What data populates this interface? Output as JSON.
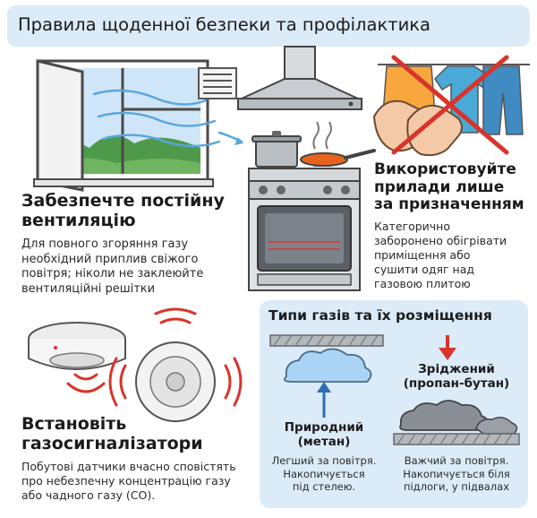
{
  "title": "Правила щоденної безпеки та профілактика",
  "ventilation": {
    "heading": [
      "Забезпечте постійну",
      "вентиляцію"
    ],
    "body": [
      "Для повного згоряння газу",
      "необхідний приплив свіжого",
      "повітря; ніколи не заклеюйте",
      "вентиляційні решітки"
    ]
  },
  "purpose": {
    "heading": [
      "Використовуйте",
      "прилади лише",
      "за призначенням"
    ],
    "body": [
      "Категорично",
      "заборонено обігрівати",
      "приміщення або",
      "сушити одяг над",
      "газовою плитою"
    ]
  },
  "detectors": {
    "heading": [
      "Встановіть",
      "газосигналізатори"
    ],
    "body": [
      "Побутові датчики вчасно сповістять",
      "про небезпечну концентрацію газу",
      "або чадного газу (CO)."
    ]
  },
  "gases": {
    "heading": "Типи газів та їх розміщення",
    "natural": {
      "name": [
        "Природний",
        "(метан)"
      ],
      "desc": [
        "Легший за повітря.",
        "Накопичується",
        "під стелею."
      ]
    },
    "lpg": {
      "name": [
        "Зріджений",
        "(пропан-бутан)"
      ],
      "desc": [
        "Важчий за повітря.",
        "Накопичується біля",
        "підлоги, у підвалах"
      ]
    }
  },
  "colors": {
    "title_bg": "#dcebf8",
    "panel_bg": "#dcebf8",
    "signal_red": "#d9342b",
    "natural_gas": "#a9d4f5",
    "lpg_gas": "#8a8f96"
  },
  "icons": [
    "window-icon",
    "wind-arrows-icon",
    "vent-grille-icon",
    "range-hood-icon",
    "gas-stove-icon",
    "pot-icon",
    "frying-pan-icon",
    "hands-icon",
    "drying-clothes-icon",
    "prohibition-cross-icon",
    "smoke-detector-icon",
    "gas-detector-icon",
    "alarm-waves-icon",
    "ceiling-icon",
    "floor-icon",
    "up-arrow-icon",
    "down-arrow-icon",
    "natural-gas-cloud-icon",
    "lpg-cloud-icon"
  ]
}
